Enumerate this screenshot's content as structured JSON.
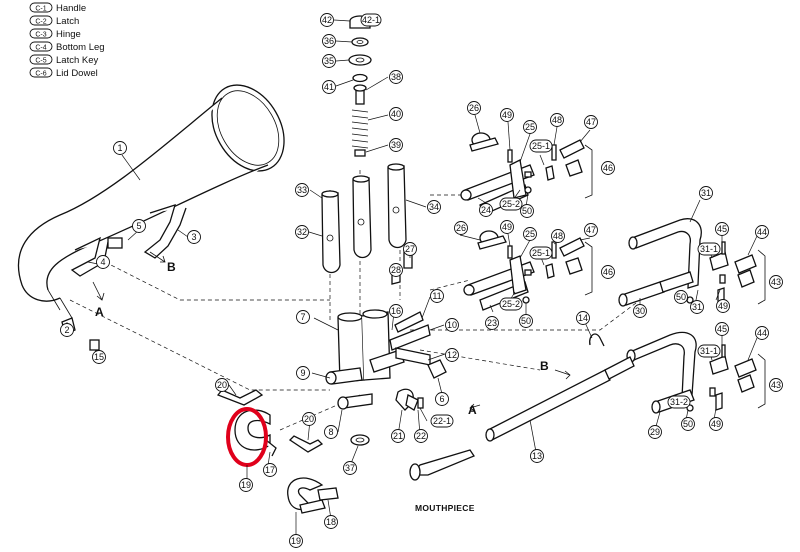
{
  "legend": [
    {
      "code": "C-1",
      "name": "Handle"
    },
    {
      "code": "C-2",
      "name": "Latch"
    },
    {
      "code": "C-3",
      "name": "Hinge"
    },
    {
      "code": "C-4",
      "name": "Bottom Leg"
    },
    {
      "code": "C-5",
      "name": "Latch Key"
    },
    {
      "code": "C-6",
      "name": "Lid Dowel"
    }
  ],
  "callouts": [
    "42",
    "42-1",
    "36",
    "35",
    "41",
    "38",
    "40",
    "39",
    "33",
    "34",
    "32",
    "27",
    "28",
    "7",
    "9",
    "8",
    "37",
    "16",
    "11",
    "10",
    "12",
    "6",
    "21",
    "22",
    "22-1",
    "20",
    "17",
    "19",
    "18",
    "1",
    "5",
    "3",
    "4",
    "2",
    "15",
    "26",
    "49",
    "25",
    "48",
    "47",
    "25-1",
    "46",
    "24",
    "25-2",
    "50",
    "23",
    "31",
    "45",
    "44",
    "31-1",
    "43",
    "30",
    "14",
    "29",
    "31-2",
    "13"
  ],
  "axis_letters": {
    "a": "A",
    "b": "B"
  },
  "mouthpiece_label": "MOUTHPIECE",
  "highlight_color": "#e0001b"
}
